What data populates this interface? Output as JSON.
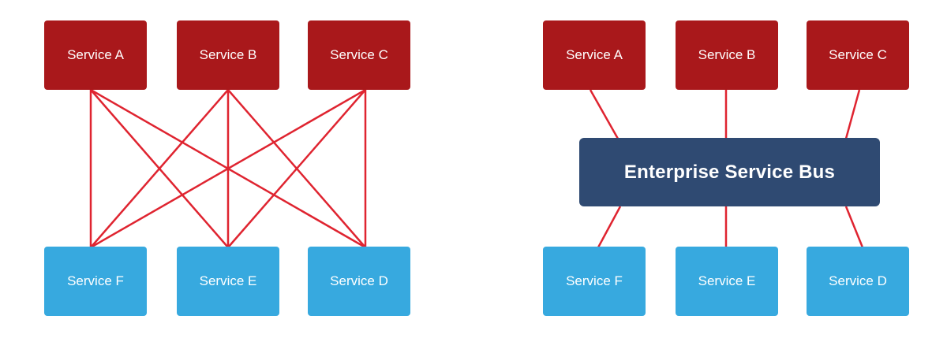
{
  "point_to_point": {
    "top_services": [
      "Service A",
      "Service B",
      "Service C"
    ],
    "bottom_services": [
      "Service F",
      "Service E",
      "Service D"
    ]
  },
  "esb": {
    "bus_label": "Enterprise Service Bus",
    "top_services": [
      "Service A",
      "Service B",
      "Service C"
    ],
    "bottom_services": [
      "Service F",
      "Service E",
      "Service D"
    ]
  },
  "colors": {
    "producer_box": "#a9181b",
    "consumer_box": "#37a9df",
    "bus": "#2f4a72",
    "connector": "#df2430"
  }
}
